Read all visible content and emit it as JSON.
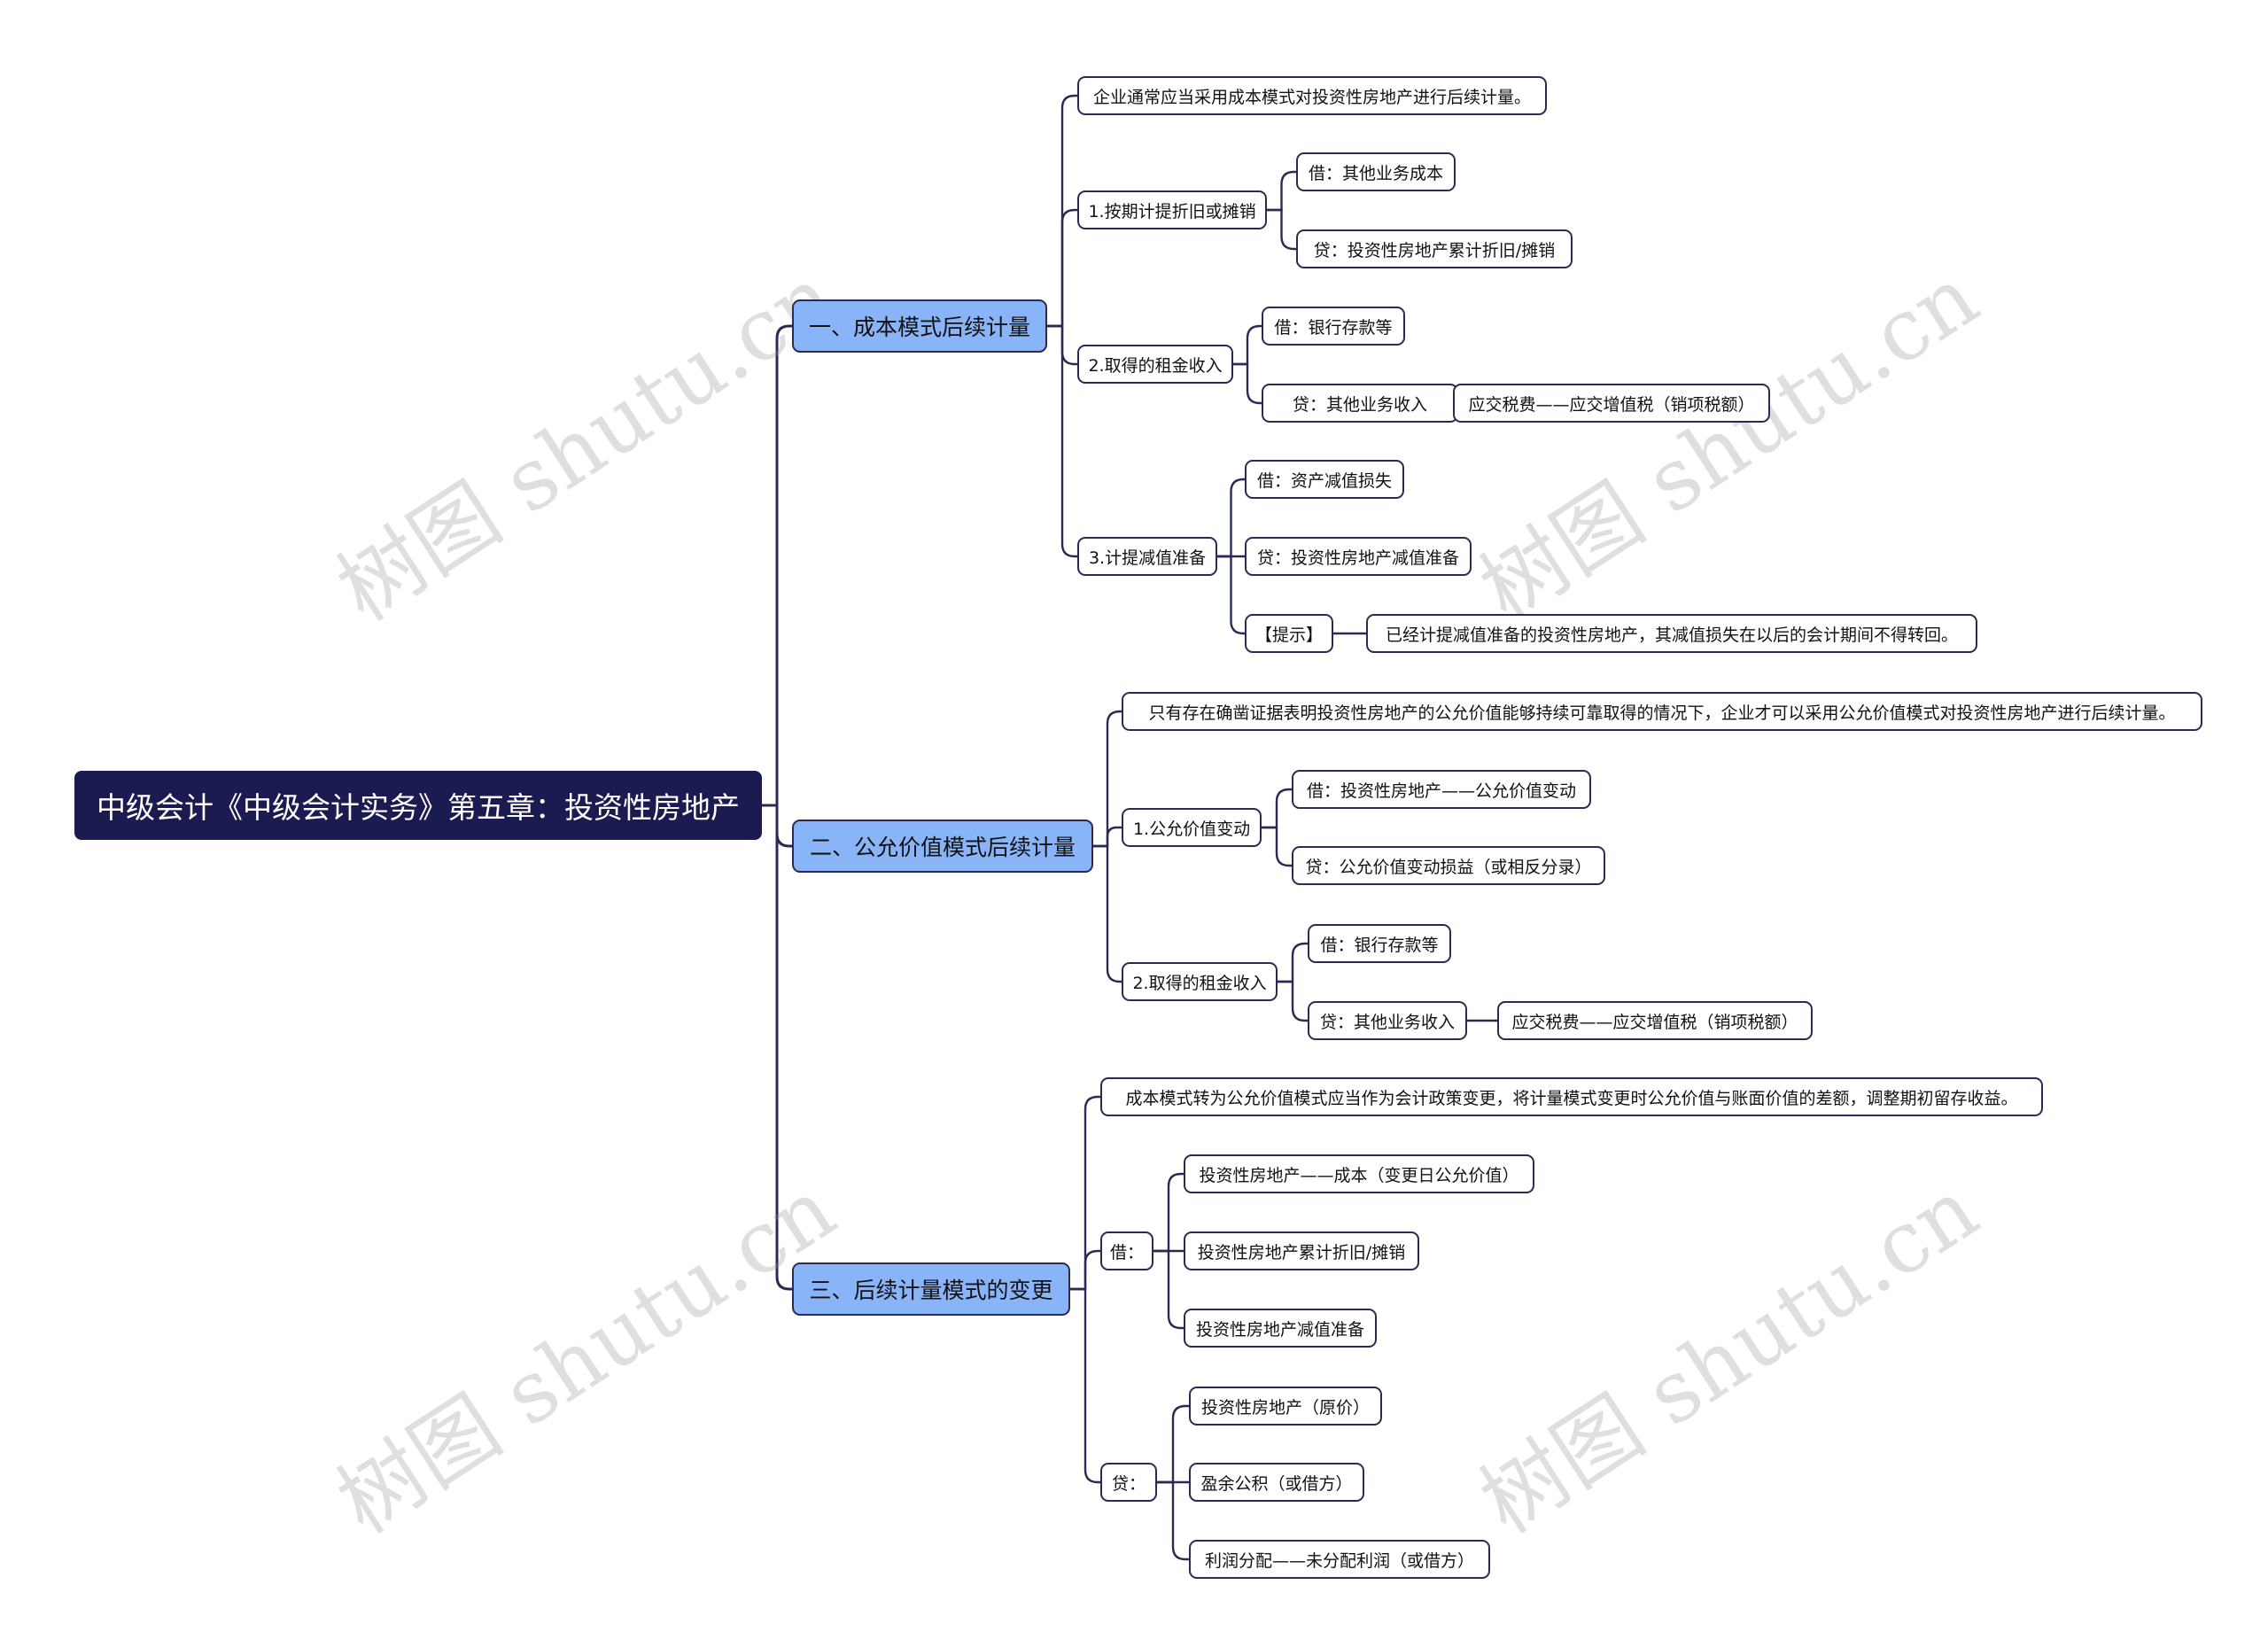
{
  "root": "中级会计《中级会计实务》第五章：投资性房地产",
  "branches": [
    {
      "label": "一、成本模式后续计量",
      "children": [
        {
          "label": "企业通常应当采用成本模式对投资性房地产进行后续计量。"
        },
        {
          "label": "1.按期计提折旧或摊销",
          "children": [
            {
              "label": "借：其他业务成本"
            },
            {
              "label": "贷：投资性房地产累计折旧/摊销"
            }
          ]
        },
        {
          "label": "2.取得的租金收入",
          "children": [
            {
              "label": "借：银行存款等"
            },
            {
              "label": "贷：其他业务收入",
              "children": [
                {
                  "label": "应交税费——应交增值税（销项税额）"
                }
              ]
            }
          ]
        },
        {
          "label": "3.计提减值准备",
          "children": [
            {
              "label": "借：资产减值损失"
            },
            {
              "label": "贷：投资性房地产减值准备"
            },
            {
              "label": "【提示】",
              "children": [
                {
                  "label": "已经计提减值准备的投资性房地产，其减值损失在以后的会计期间不得转回。"
                }
              ]
            }
          ]
        }
      ]
    },
    {
      "label": "二、公允价值模式后续计量",
      "children": [
        {
          "label": "只有存在确凿证据表明投资性房地产的公允价值能够持续可靠取得的情况下，企业才可以采用公允价值模式对投资性房地产进行后续计量。"
        },
        {
          "label": "1.公允价值变动",
          "children": [
            {
              "label": "借：投资性房地产——公允价值变动"
            },
            {
              "label": "贷：公允价值变动损益（或相反分录）"
            }
          ]
        },
        {
          "label": "2.取得的租金收入",
          "children": [
            {
              "label": "借：银行存款等"
            },
            {
              "label": "贷：其他业务收入",
              "children": [
                {
                  "label": "应交税费——应交增值税（销项税额）"
                }
              ]
            }
          ]
        }
      ]
    },
    {
      "label": "三、后续计量模式的变更",
      "children": [
        {
          "label": "成本模式转为公允价值模式应当作为会计政策变更，将计量模式变更时公允价值与账面价值的差额，调整期初留存收益。"
        },
        {
          "label": "借：",
          "children": [
            {
              "label": "投资性房地产——成本（变更日公允价值）"
            },
            {
              "label": "投资性房地产累计折旧/摊销"
            },
            {
              "label": "投资性房地产减值准备"
            }
          ]
        },
        {
          "label": "贷：",
          "children": [
            {
              "label": "投资性房地产（原价）"
            },
            {
              "label": "盈余公积（或借方）"
            },
            {
              "label": "利润分配——未分配利润（或借方）"
            }
          ]
        }
      ]
    }
  ],
  "watermark": "树图 shutu.cn",
  "colors": {
    "root_bg": "#1b1b52",
    "branch_bg": "#8ab4f8",
    "line": "#2a2a55",
    "leaf_border": "#2a2a55"
  }
}
